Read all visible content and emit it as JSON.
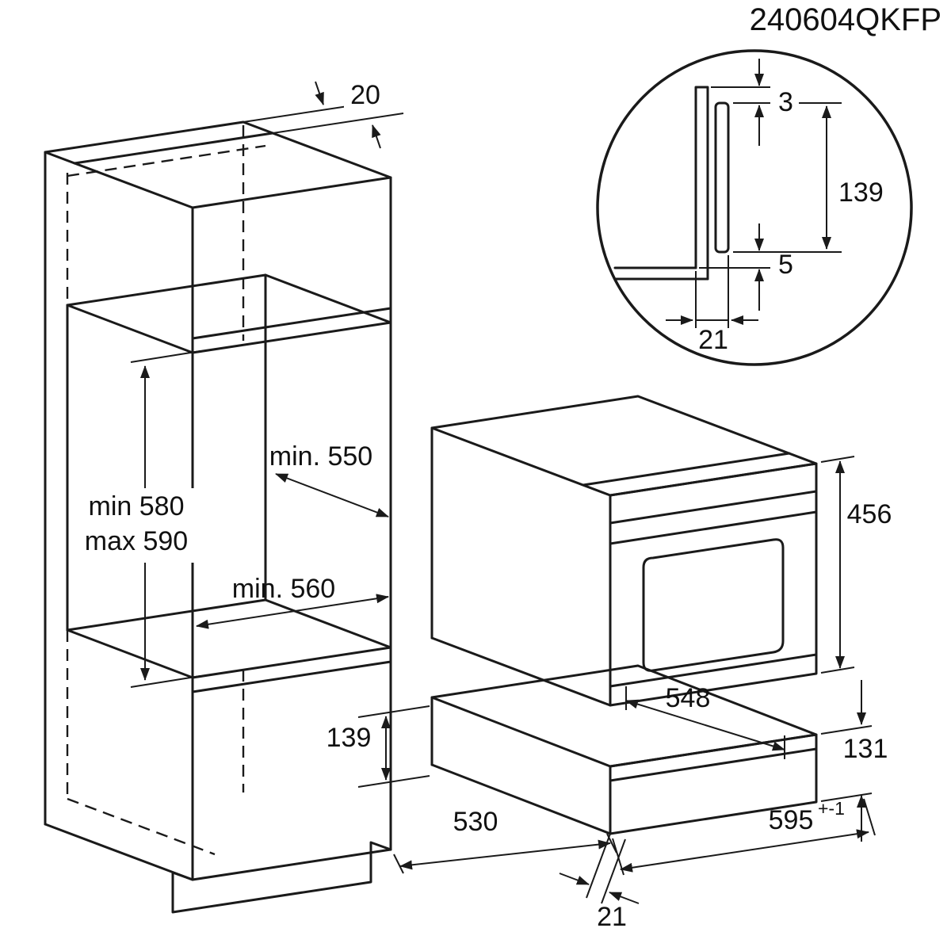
{
  "title": "240604QKFP",
  "diagram": {
    "labels": {
      "top_clearance": "20",
      "niche_height_min": "min 580",
      "niche_height_max": "max 590",
      "niche_depth": "min. 550",
      "niche_width": "min. 560",
      "lower_niche_height": "139",
      "base_depth": "530",
      "base_offset": "21",
      "oven_height": "456",
      "oven_depth": "548",
      "drawer_height": "131",
      "oven_width": "595",
      "oven_width_tolerance": "+-1"
    },
    "detail": {
      "top_gap": "3",
      "frame_height": "139",
      "bottom_overlap": "5",
      "side_depth": "21"
    }
  }
}
